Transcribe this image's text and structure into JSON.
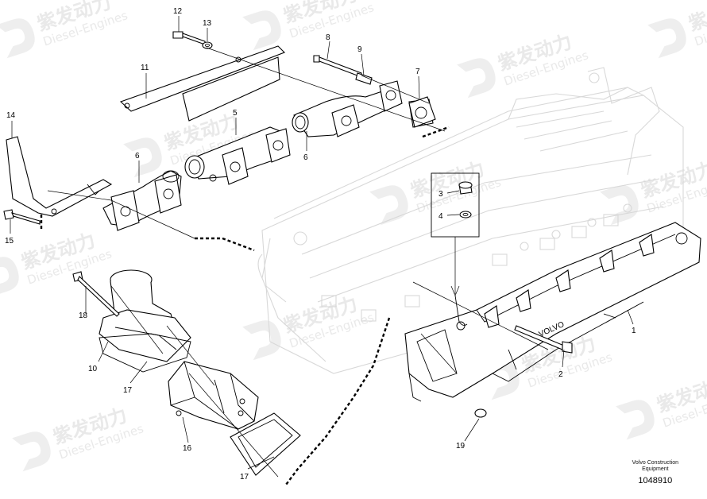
{
  "watermark": {
    "brand_cn": "紫发动力",
    "brand_en": "Diesel-Engines"
  },
  "callouts": [
    "1",
    "2",
    "3",
    "4",
    "5",
    "6",
    "6",
    "7",
    "8",
    "9",
    "10",
    "11",
    "12",
    "13",
    "14",
    "15",
    "16",
    "17",
    "17",
    "18",
    "19"
  ],
  "engine_logo": "VOLVO",
  "caption": {
    "line1": "Volvo Construction",
    "line2": "Equipment",
    "number": "1048910"
  }
}
